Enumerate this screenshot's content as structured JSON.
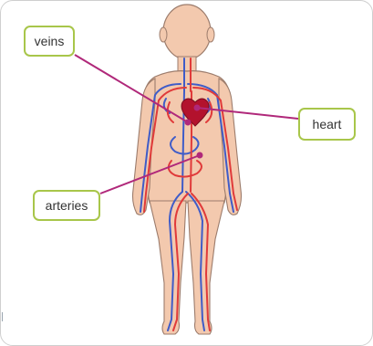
{
  "labels": {
    "veins": "veins",
    "heart": "heart",
    "arteries": "arteries"
  },
  "colors": {
    "label_border": "#a8c64a",
    "leader_line": "#b0287a",
    "skin": "#f3c9ae",
    "outline": "#9c7c6c",
    "artery": "#e03a3a",
    "vein": "#3f5cc8",
    "heart": "#b3122d"
  }
}
